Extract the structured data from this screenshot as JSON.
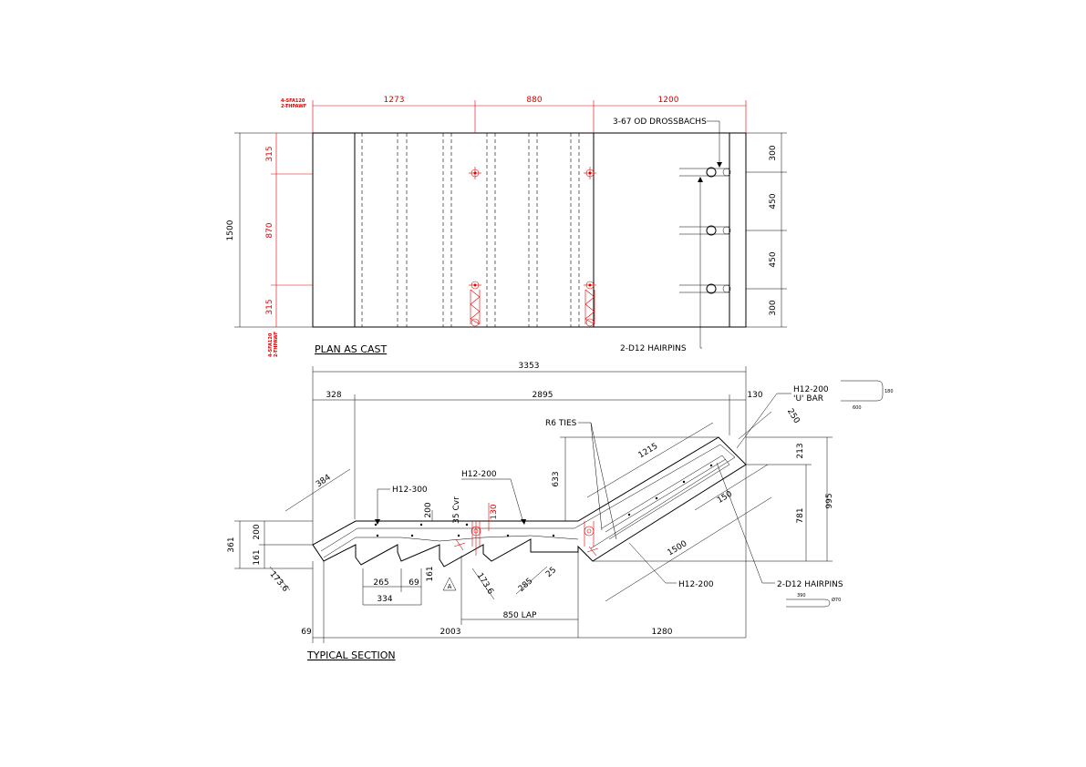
{
  "plan": {
    "title": "PLAN AS CAST",
    "top_dims": [
      "1273",
      "880",
      "1200"
    ],
    "left_total": "1500",
    "left_dims": [
      "315",
      "870",
      "315"
    ],
    "right_dims": [
      "300",
      "450",
      "450",
      "300"
    ],
    "label_drossbachs": "3-67 OD DROSSBACHS",
    "label_hairpins": "2-D12 HAIRPINS",
    "corner_note_top": [
      "4-SFA120",
      "2-THPAWF"
    ],
    "corner_note_bottom": [
      "4-SFA120",
      "2-THPAWF"
    ]
  },
  "section": {
    "title": "TYPICAL SECTION",
    "overall": "3353",
    "top_dims": [
      "328",
      "2895",
      "130"
    ],
    "label_ubar": [
      "H12-200",
      "'U' BAR"
    ],
    "label_r6ties": "R6 TIES",
    "dim_1215": "1215",
    "dim_633": "633",
    "label_h12_300": "H12-300",
    "label_h12_200_top": "H12-200",
    "dim_384": "384",
    "dim_200a": "200",
    "label_35cvr": "35 Cvr",
    "dim_130red": "130",
    "dim_150": "150",
    "dim_213": "213",
    "dim_995": "995",
    "dim_781": "781",
    "dim_250": "250",
    "dim_1500": "1500",
    "label_h12_200_bot": "H12-200",
    "label_hairpins": "2-D12 HAIRPINS",
    "left_dims": [
      "361",
      "161",
      "200",
      "173.6"
    ],
    "dim_265": "265",
    "dim_69a": "69",
    "dim_161": "161",
    "section_mark": "A",
    "dim_1736b": "173.6",
    "dim_285": "285",
    "dim_25": "25",
    "dim_334": "334",
    "dim_850": "850 LAP",
    "bottom_dims": [
      "69",
      "2003",
      "1280"
    ],
    "detail_ubar": [
      "180",
      "600"
    ],
    "detail_hairpin": [
      "390",
      "Ø70"
    ]
  }
}
